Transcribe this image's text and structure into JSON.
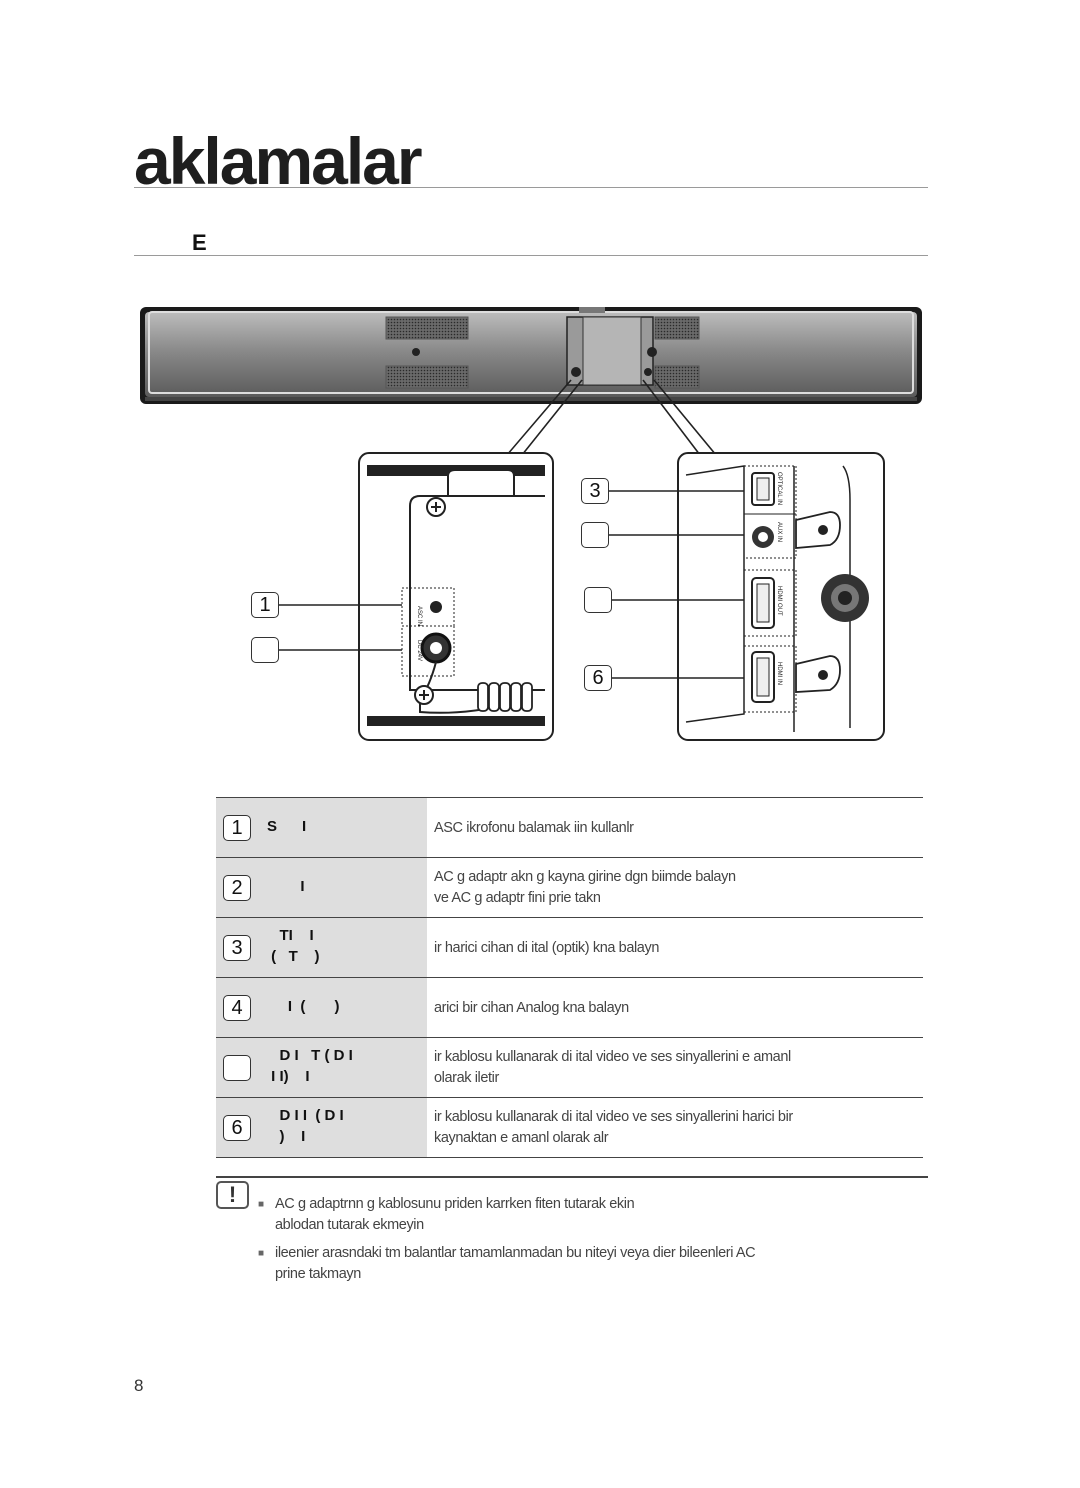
{
  "header": {
    "title": "aklamalar",
    "section": "E"
  },
  "diagram": {
    "callouts": [
      "1",
      "",
      "3",
      "",
      "",
      "6"
    ],
    "port_labels": {
      "asc_in": "ASC IN",
      "dc_in": "DC 24V",
      "optical_in": "OPTICAL IN",
      "aux_in": "AUX IN",
      "hdmi_out": "HDMI OUT",
      "hdmi_in": "HDMI IN"
    }
  },
  "ports_table": [
    {
      "number": "1",
      "name": "S      I",
      "description": "ASC  ikrofonu balamak iin kullanlr"
    },
    {
      "number": "2",
      "name": "        I",
      "description": "AC g adaptr  akn g kayna girine dgn biimde balayn\nve AC g adaptr fini prie takn"
    },
    {
      "number": "3",
      "name": "   TI    I\n (   T    )",
      "description": " ir harici cihan di ital (optik) kna balayn"
    },
    {
      "number": "4",
      "name": "     I  (       )",
      "description": " arici bir cihan Analog kna balayn"
    },
    {
      "number": "",
      "name": "   D I   T ( D I\n I I)    I",
      "description": " ir      kablosu kullanarak di ital video ve ses sinyallerini e amanl\nolarak iletir"
    },
    {
      "number": "6",
      "name": "   D I I  ( D I\n   )    I",
      "description": " ir      kablosu kullanarak di ital video ve ses sinyallerini harici bir\nkaynaktan e amanl olarak alr"
    }
  ],
  "notes": {
    "icon": "!",
    "items": [
      "AC g adaptrnn g kablosunu priden karrken fiten tutarak ekin\n  ablodan tutarak ekmeyin",
      " ileenier arasndaki tm balantlar tamamlanmadan bu niteyi veya dier bileenleri AC\nprine takmayn"
    ]
  },
  "page_number": "8"
}
